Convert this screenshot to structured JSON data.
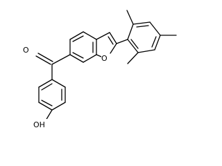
{
  "atoms": {
    "carbonyl_oxygen": "O",
    "furan_oxygen": "O",
    "hydroxyl": "OH"
  },
  "colors": {
    "bond": "#000000",
    "background": "#ffffff"
  }
}
